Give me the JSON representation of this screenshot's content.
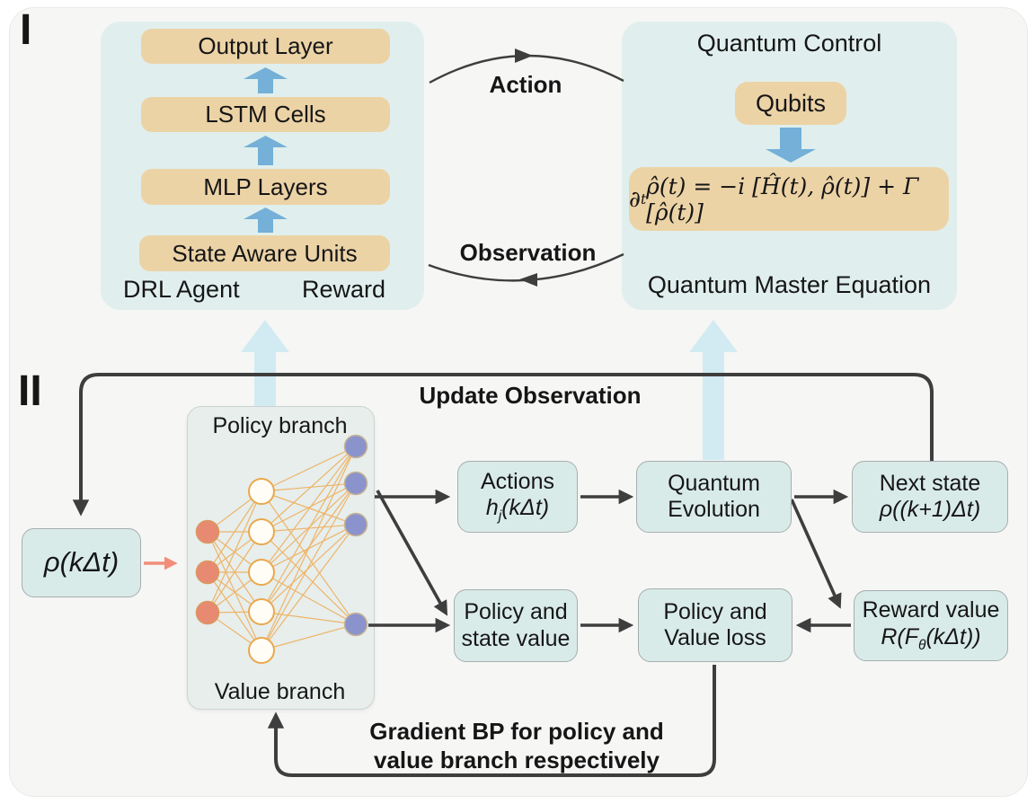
{
  "panel1": {
    "label": "I",
    "agent": {
      "layers": [
        "Output Layer",
        "LSTM Cells",
        "MLP Layers",
        "State Aware Units"
      ],
      "caption_left": "DRL Agent",
      "caption_right": "Reward"
    },
    "loop_labels": {
      "action": "Action",
      "observation": "Observation"
    },
    "quantum": {
      "title": "Quantum Control",
      "qubits": "Qubits",
      "equation": {
        "pre": "∂",
        "sub": "t",
        "post": "ρ̂(t) = −i [Ĥ(t), ρ̂(t)] + Γ [ρ̂(t)]"
      },
      "caption": "Quantum Master Equation"
    }
  },
  "panel2": {
    "label": "II",
    "update_label": "Update Observation",
    "state_box": "ρ(kΔt)",
    "network": {
      "top_label": "Policy branch",
      "bottom_label": "Value branch",
      "layer_sizes": [
        3,
        5,
        4
      ]
    },
    "boxes": {
      "actions": {
        "line1": "Actions",
        "formula": {
          "pre": "h",
          "sub": "j",
          "post": "(kΔt)"
        }
      },
      "quantum_evolution": {
        "line1": "Quantum",
        "line2": "Evolution"
      },
      "next_state": {
        "line1": "Next state",
        "line2": "ρ((k+1)Δt)"
      },
      "policy_state_value": {
        "line1": "Policy and",
        "line2": "state value"
      },
      "policy_value_loss": {
        "line1": "Policy and",
        "line2": "Value loss"
      },
      "reward_value": {
        "line1": "Reward value",
        "formula": {
          "pre": "R(F",
          "sub": "θ",
          "post": "(kΔt))"
        }
      }
    },
    "gradient_label_line1": "Gradient BP for policy and",
    "gradient_label_line2": "value branch respectively"
  },
  "colors": {
    "panel_bg": "#f6f6f5",
    "panel_mint": "#e0efed",
    "tan_box": "#ecd3a6",
    "teal_box": "#d9ebe9",
    "teal_border": "#a6aeae",
    "nn_panel": "#e7eeec",
    "blue_arrow": "#74b0d7",
    "cyan_arrow": "#c9e8f2",
    "dark_arrow": "#3e3e3e",
    "pink_arrow": "#f28d7a",
    "input_node": "#e78a71",
    "hidden_node": "#fffdf6",
    "hidden_node_border": "#e9a94e",
    "output_node": "#8a93cb",
    "edge": "#eeb264"
  }
}
